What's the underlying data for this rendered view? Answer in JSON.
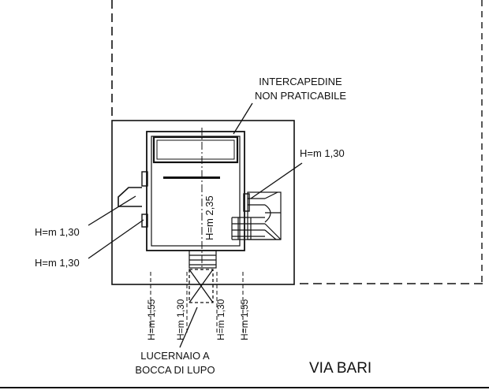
{
  "labels": {
    "intercapedine_line1": "INTERCAPEDINE",
    "intercapedine_line2": "NON PRATICABILE",
    "height_right": "H=m 1,30",
    "height_left_upper": "H=m 1,30",
    "height_left_lower": "H=m 1,30",
    "height_center": "H=m 2,35",
    "height_bottom_1": "H=m 1,55",
    "height_bottom_2": "H=m 1,30",
    "height_bottom_3": "H=m 1,30",
    "height_bottom_4": "H=m 1,55",
    "lucernaio_line1": "LUCERNAIO A",
    "lucernaio_line2": "BOCCA DI LUPO",
    "street": "VIA BARI"
  }
}
